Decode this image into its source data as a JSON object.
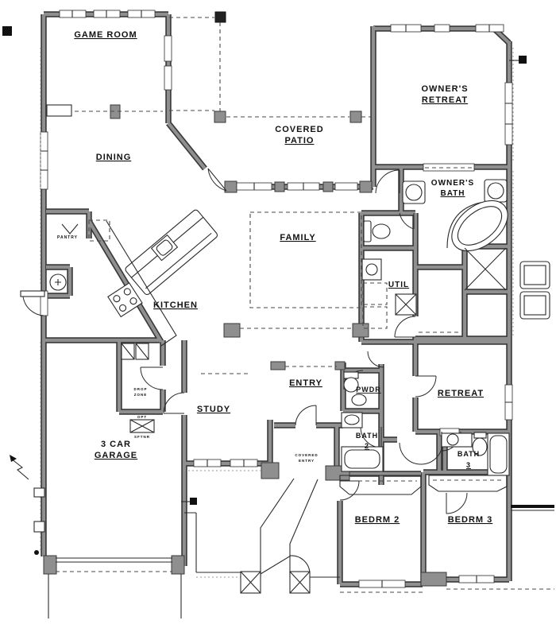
{
  "colors": {
    "wall_edge": "#3a3a3a",
    "wall_fill": "#8f8f8f",
    "line": "#2a2a2a",
    "dash": "#4a4a4a",
    "bg": "#ffffff",
    "text": "#111111"
  },
  "labels": {
    "game_room": "GAME ROOM",
    "dining": "DINING",
    "covered_patio": [
      "COVERED",
      "PATIO"
    ],
    "owners_retreat": [
      "OWNER'S",
      "RETREAT"
    ],
    "owners_bath": [
      "OWNER'S",
      "BATH"
    ],
    "family": "FAMILY",
    "kitchen": "KITCHEN",
    "pantry": "PANTRY",
    "util": "UTIL",
    "entry": "ENTRY",
    "study": "STUDY",
    "pwdr": "PWDR",
    "bath2": [
      "BATH",
      "2"
    ],
    "retreat": "RETREAT",
    "bath3": [
      "BATH",
      "3"
    ],
    "garage": [
      "3 CAR",
      "GARAGE"
    ],
    "bedrm2": "BEDRM 2",
    "bedrm3": "BEDRM 3",
    "drop_zone": [
      "DROP",
      "ZONE"
    ],
    "covered_entry": [
      "COVERED",
      "ENTRY"
    ],
    "softener": [
      "OPT",
      "SFTNR"
    ]
  }
}
